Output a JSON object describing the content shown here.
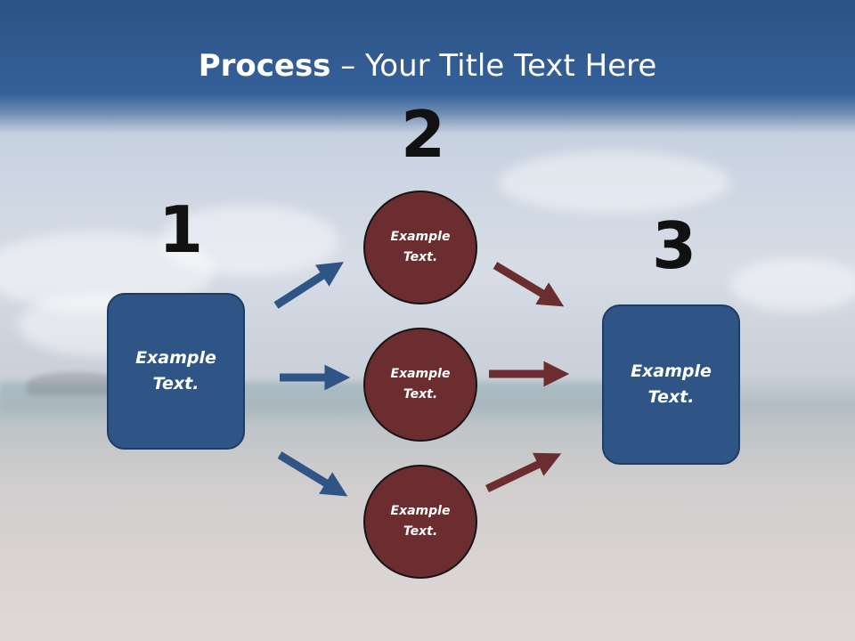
{
  "slide": {
    "title_bold": "Process",
    "title_rest": " – Your Title Text Here"
  },
  "steps": {
    "n1": "1",
    "n2": "2",
    "n3": "3"
  },
  "nodes": {
    "start": {
      "line1": "Example",
      "line2": "Text."
    },
    "mid_top": {
      "line1": "Example",
      "line2": "Text."
    },
    "mid_center": {
      "line1": "Example",
      "line2": "Text."
    },
    "mid_bottom": {
      "line1": "Example",
      "line2": "Text."
    },
    "end": {
      "line1": "Example",
      "line2": "Text."
    }
  },
  "colors": {
    "header": "#2c5384",
    "box": "#2f5486",
    "circle": "#6c2d30",
    "arrow_blue": "#2f5486",
    "arrow_red": "#6c2d30"
  }
}
